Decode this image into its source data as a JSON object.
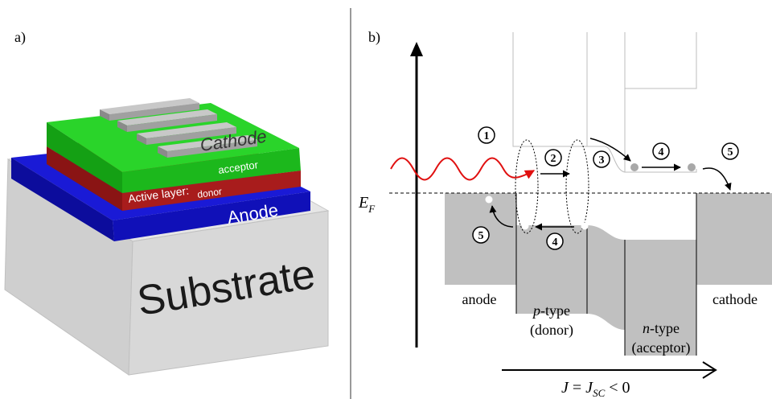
{
  "panel_a": {
    "label": "a)",
    "substrate": "Substrate",
    "anode": "Anode",
    "active_layer": "Active layer:",
    "donor": "donor",
    "acceptor": "acceptor",
    "cathode": "Cathode",
    "colors": {
      "substrate": "#dcdcdc",
      "anode": "#1010c8",
      "donor": "#b81e1e",
      "acceptor": "#1ec81e",
      "cathode_strip": "#b4b4b4"
    }
  },
  "panel_b": {
    "label": "b)",
    "fermi_label_main": "E",
    "fermi_label_sub": "F",
    "regions": {
      "anode": "anode",
      "p_type_italic": "p",
      "p_type_rest": "-type",
      "donor": "(donor)",
      "n_type_italic": "n",
      "n_type_rest": "-type",
      "acceptor": "(acceptor)",
      "cathode": "cathode"
    },
    "steps": [
      "1",
      "2",
      "3",
      "4",
      "5",
      "4",
      "5"
    ],
    "current": {
      "J": "J",
      "equals": " = ",
      "J2": "J",
      "sub": "SC",
      "rest": " < 0"
    },
    "colors": {
      "band": "#c0c0c0",
      "photon": "#e01010",
      "carrier": "#a8a8a8"
    }
  }
}
